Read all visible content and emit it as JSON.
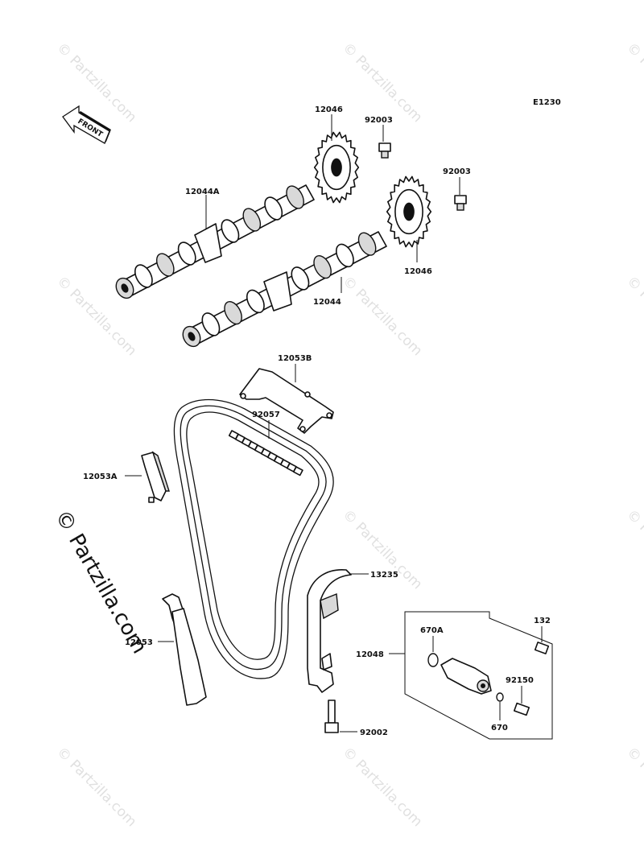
{
  "diagram": {
    "code": "E1230",
    "front_arrow_text": "FRONT",
    "watermark_text": "© Partzilla.com",
    "side_watermark_text": "© Partzilla.com",
    "labels": {
      "sprocket_top": "12046",
      "bolt_top": "92003",
      "bolt_right": "92003",
      "camshaft_intake": "12044A",
      "sprocket_right": "12046",
      "camshaft_exhaust": "12044",
      "guide_top": "12053B",
      "chain": "92057",
      "guide_small": "12053A",
      "tensioner_guide": "13235",
      "guide_left": "12053",
      "tensioner_assembly": "12048",
      "oring_top": "670A",
      "bolt_132": "132",
      "bolt_92150": "92150",
      "oring_bottom": "670",
      "bolt_bottom": "92002"
    }
  }
}
